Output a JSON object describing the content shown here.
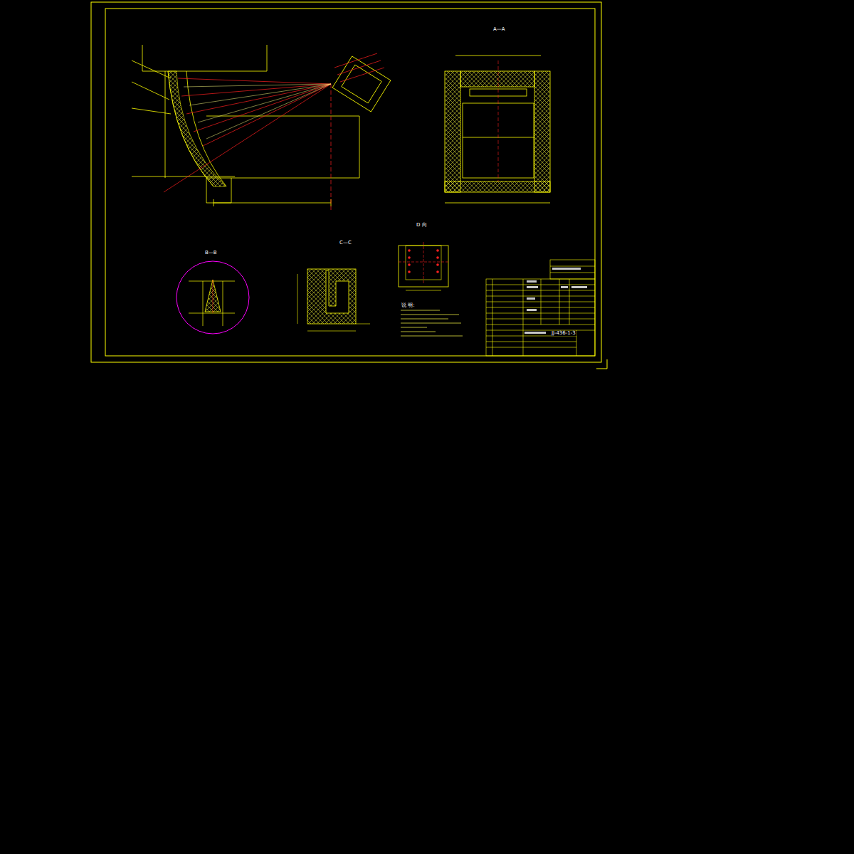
{
  "diagram": {
    "labels": [
      "A—A",
      "B—B",
      "C—C",
      "D 向",
      "说 明:",
      "JJ-436-1-3"
    ]
  }
}
